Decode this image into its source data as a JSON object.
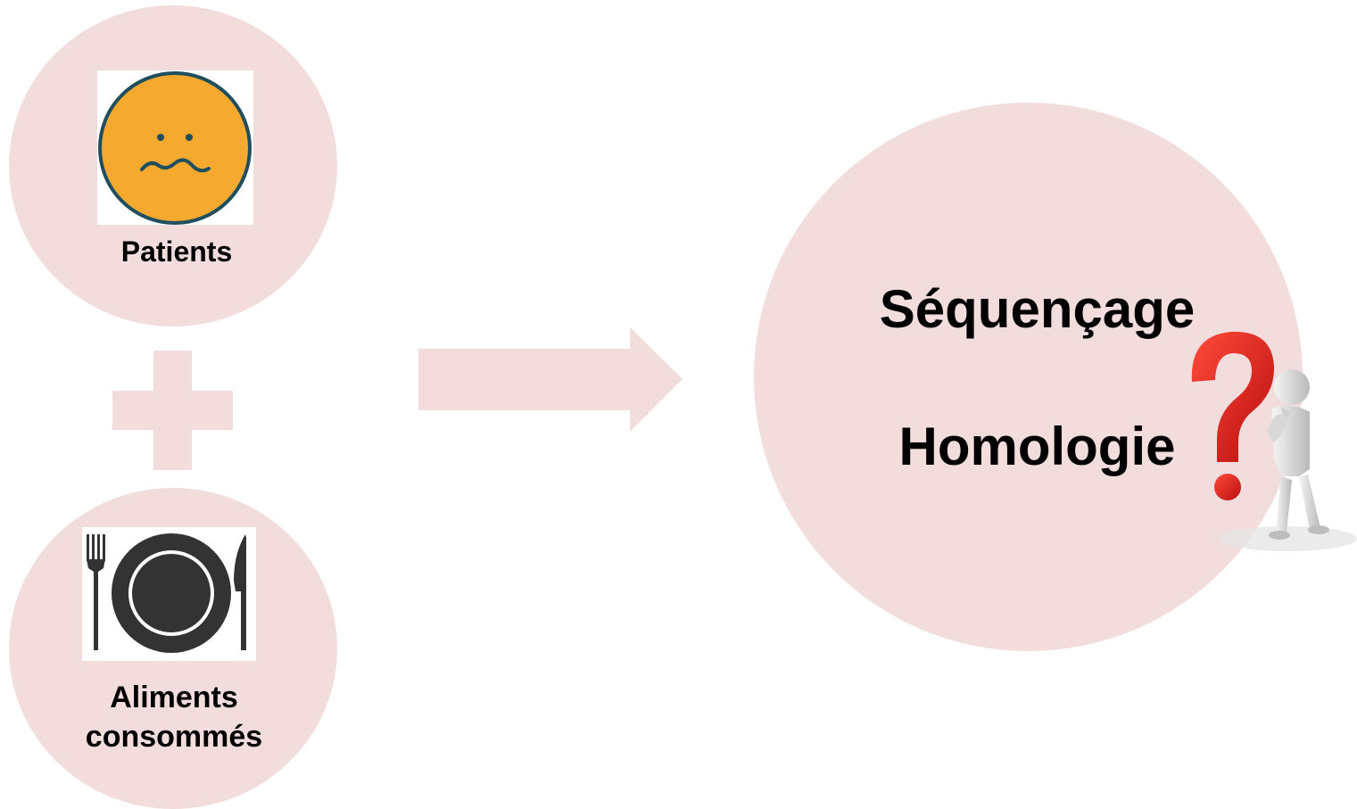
{
  "left_column": {
    "patients": {
      "label": "Patients",
      "icon": "worried-face-icon"
    },
    "combine_symbol": "plus-icon",
    "aliments": {
      "label_line1": "Aliments",
      "label_line2": "consommés",
      "icon": "plate-fork-knife-icon"
    }
  },
  "flow_arrow": "arrow-right-icon",
  "analysis": {
    "line1": "Séquençage",
    "line2": "Homologie",
    "illustration": "question-mark-thinking-figure-icon"
  },
  "colors": {
    "circle_fill": "#f2dcdc",
    "face_fill": "#f5a92e",
    "face_outline": "#1f4e5f",
    "plate_dark": "#333333",
    "question_mark_red": "#e02020",
    "text": "#000000"
  }
}
